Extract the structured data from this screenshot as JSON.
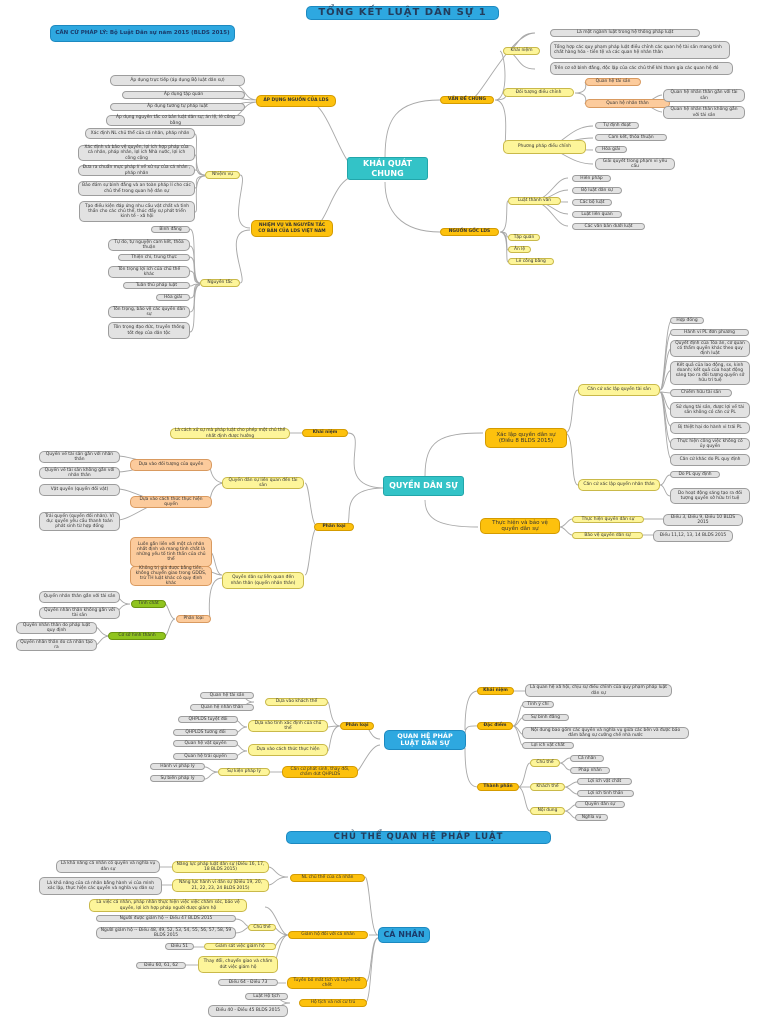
{
  "title": "TỔNG KẾT LUẬT DÂN SỰ 1",
  "legal_basis": "CĂN CỨ PHÁP LÝ: Bộ Luật Dân sự năm 2015 (BLDS 2015)",
  "khai_quat": {
    "center": "KHÁI QUÁT CHUNG",
    "ap_dung": {
      "label": "ÁP DỤNG NGUỒN CỦA LDS",
      "items": [
        "Áp dụng trực tiếp (áp dụng Bộ luật dân sự)",
        "Áp dụng tập quán",
        "Áp dụng tương tự pháp luật",
        "Áp dụng nguyên tắc cơ bản luật dân sự; án lệ, lẽ công bằng"
      ]
    },
    "nhiem_vu_nguyen_tac": {
      "label": "NHIỆM VỤ VÀ NGUYÊN TẮC CƠ BẢN CỦA LDS VIỆT NAM",
      "nhiem_vu": {
        "label": "Nhiệm vụ",
        "items": [
          "Xác định NL chủ thể của cá nhân, pháp nhân",
          "Xác định và bảo vệ quyền, lợi ích hợp pháp của cá nhân, pháp nhân, lợi ích Nhà nước, lợi ích công cộng",
          "Đưa ra chuẩn mực pháp lí về xử sự của cá nhân , pháp nhân",
          "Bảo đảm sự bình đẳng và an toàn pháp lí cho các chủ thể trong quan hệ dân sự",
          "Tạo điều kiện đáp ứng nhu cầu vật chất và tinh thần cho các chủ thể, thúc đẩy sự phát triển kinh tế - xã hội"
        ]
      },
      "nguyen_tac": {
        "label": "Nguyên tắc",
        "items": [
          "Bình đẳng",
          "Tự do, tự nguyện cam kết, thỏa thuận",
          "Thiện chí, trung thực",
          "Tôn trọng lợi ích của chủ thể khác",
          "Tuân thủ pháp luật",
          "Hòa giải",
          "Tôn trọng, bảo vệ các quyền dân sự",
          "Tôn trọng đạo đức, truyền thống tốt đẹp của dân tộc"
        ]
      }
    },
    "van_de_chung": {
      "label": "VẤN ĐỀ CHUNG",
      "khai_niem": {
        "label": "Khái niệm",
        "items": [
          "Là một ngành luật trong hệ thống pháp luật",
          "Tổng hợp các quy phạm pháp luật điều chỉnh các quan hệ tài sản mang tính chất hàng hóa - tiền tệ và các quan hệ nhân thân",
          "Trên cơ sở bình đẳng, độc lập của các chủ thể khi tham gia các quan hệ đó"
        ]
      },
      "doi_tuong": {
        "label": "Đối tượng điều chỉnh",
        "tai_san": "Quan hệ tài sản",
        "nhan_than": "Quan hệ nhân thân",
        "nhan_than_items": [
          "Quan hệ nhân thân gắn với tài sản",
          "Quan hệ nhân thân không gắn với tài sản"
        ]
      },
      "phuong_phap": {
        "label": "Phương pháp điều chỉnh",
        "items": [
          "Tự định đoạt",
          "Cam kết, thỏa thuận",
          "Hòa giải",
          "Giải quyết trong phạm vi yêu cầu"
        ]
      }
    },
    "nguon_goc": {
      "label": "NGUỒN GỐC LDS",
      "luat_thanh_van": {
        "label": "Luật thành văn",
        "items": [
          "Hiến pháp",
          "Bộ luật dân sự",
          "Các bộ luật",
          "Luật liên quan",
          "Các văn bản dưới luật"
        ]
      },
      "others": [
        "Tập quán",
        "Án lệ",
        "Lẽ công bằng"
      ]
    }
  },
  "quyen_dan_su": {
    "center": "QUYỀN DÂN SỰ",
    "khai_niem": {
      "label": "Khái niệm",
      "text": "Là cách xử sự mà pháp luật cho phép một chủ thể nhất định được hưởng"
    },
    "phan_loai": {
      "label": "Phân loại",
      "tai_san": {
        "label": "Quyền dân sự liên quan đến tài sản",
        "doi_tuong": {
          "label": "Dựa vào đối tượng của quyền",
          "items": [
            "Quyền về tài sản gắn với nhân thân",
            "Quyền về tài sản không gắn với nhân thân"
          ]
        },
        "cach_thuc": {
          "label": "Dựa vào cách thức thực hiện quyền",
          "items": [
            "Vật quyền (quyền đối vật)",
            "Trái quyền (quyền đối nhân). Ví dụ: quyền yêu cầu thanh toán phát sinh từ hợp đồng"
          ]
        }
      },
      "nhan_than": {
        "label": "Quyền dân sự liên quan đến nhân thân (quyền nhân thân)",
        "notes": [
          "Luôn gắn liền với một cá nhân nhất định và mang tính chất là những yếu tố tinh thần của chủ thể",
          "Không trị giá được bằng tiền, không chuyển giao trong GDDS, trừ TH luật khác có quy định khác"
        ],
        "phan_loai": {
          "label": "Phân loại",
          "tinh_chat": {
            "label": "Tính chất",
            "items": [
              "Quyền nhân thân gắn với tài sản",
              "Quyền nhân thân không gắn với tài sản"
            ]
          },
          "co_so": {
            "label": "Cơ sở hình thành",
            "items": [
              "Quyền nhân thân do pháp luật quy định",
              "Quyền nhân thân do cá nhân tạo ra"
            ]
          }
        }
      }
    },
    "xac_lap": {
      "label": "Xác lập quyền dân sự (Điều 8 BLDS 2015)",
      "tai_san": {
        "label": "Căn cứ xác lập quyền tài sản",
        "items": [
          "Hợp đồng",
          "Hành vi PL đơn phương",
          "Quyết định của Tòa án, cơ quan có thẩm quyền khác theo quy định luật",
          "Kết quả của lao động, sx, kinh doanh; kết quả của hoạt động sáng tạo ra đối tượng quyền sở hữu trí tuệ",
          "Chiếm hữu tài sản",
          "Sử dụng tài sản, được lợi về tài sản không có căn cứ PL",
          "Bị thiệt hại do hành vi trái PL",
          "Thực hiện công việc không có ủy quyền",
          "Căn cứ khác do PL quy định"
        ]
      },
      "nhan_than": {
        "label": "Căn cứ xác lập quyền nhân thân",
        "items": [
          "Do PL quy định",
          "Do hoạt động sáng tạo ra đối tượng quyền sở hữu trí tuệ"
        ]
      }
    },
    "thuc_hien": {
      "label": "Thực hiện và bảo vệ quyền dân sự",
      "thuc_hien": {
        "label": "Thực hiện quyền dân sự",
        "ref": "Điều 3, Điều 9, Điều 10 BLDS 2015"
      },
      "bao_ve": {
        "label": "Bảo vệ quyền dân sự",
        "ref": "Điều 11,12, 13, 14 BLDS 2015"
      }
    }
  },
  "quan_he": {
    "center": "QUAN HỆ PHÁP LUẬT DÂN SỰ",
    "phan_loai": {
      "label": "Phân loại",
      "khach_the": {
        "label": "Dựa vào khách thể",
        "items": [
          "Quan hệ tài sản",
          "Quan hệ nhân thân"
        ]
      },
      "chu_the": {
        "label": "Dựa vào tính xác định của chủ thể",
        "items": [
          "QHPLDS tuyệt đối",
          "QHPLDS tương đối"
        ]
      },
      "cach_thuc": {
        "label": "Dựa vào cách thức thực hiện",
        "items": [
          "Quan hệ vật quyền",
          "Quan hệ trái quyền"
        ]
      }
    },
    "can_cu": {
      "label": "Căn cứ phát sinh, thay đổi, chấm dứt QHPLDS",
      "su_kien": "Sự kiện pháp lý",
      "items": [
        "Hành vi pháp lý",
        "Sự biến pháp lý"
      ]
    },
    "khai_niem": {
      "label": "Khái niệm",
      "text": "Là quan hệ xã hội, chịu sự điều chỉnh của quy phạm pháp luật dân sự"
    },
    "dac_diem": {
      "label": "Đặc điểm",
      "items": [
        "Tính ý chí",
        "Sự bình đẳng",
        "Nội dung bao gồm các quyền và nghĩa vụ giữa các bên và được bảo đảm bằng sự cưỡng chế nhà nước",
        "Lợi ích vật chất"
      ]
    },
    "thanh_phan": {
      "label": "Thành phần",
      "chu_the": {
        "label": "Chủ thể",
        "items": [
          "Cá nhân",
          "Pháp nhân"
        ]
      },
      "khach_the": {
        "label": "Khách thể",
        "items": [
          "Lợi ích vật chất",
          "Lợi ích tinh thần"
        ]
      },
      "noi_dung": {
        "label": "Nội dung",
        "items": [
          "Quyền dân sự",
          "Nghĩa vụ"
        ]
      }
    }
  },
  "chu_the": {
    "title": "CHỦ THỂ QUAN HỆ PHÁP LUẬT",
    "center": "CÁ NHÂN",
    "nl": {
      "label": "NL chủ thể của cá nhân",
      "plds": {
        "label": "Năng lực pháp luật dân sự (Điều 16, 17, 18 BLDS 2015)",
        "desc": "Là khả năng cá nhân có quyền và nghĩa vụ dân sự"
      },
      "hvds": {
        "label": "Năng lực hành vi dân sự (Điều 19, 20, 21, 22, 23, 24 BLDS 2015)",
        "desc": "Là khả năng của cá nhân bằng hành vi của mình xác lập, thực hiện các quyền và nghĩa vụ dân sự"
      }
    },
    "giam_ho": {
      "label": "Giám hộ đối với cá nhân",
      "def": "Là việc cá nhân, pháp nhân thực hiện việc việc chăm sóc, bảo vệ quyền, lợi ích hợp pháp người được giám hộ",
      "chu_the": {
        "label": "Chủ thể",
        "items": [
          "Người được giám hộ -- Điều 47 BLDS 2015",
          "Người giám hộ -- Điều 48, 49, 52, 53, 54, 55, 56, 57, 58, 59 BLDS 2015"
        ]
      },
      "giam_sat": {
        "label": "Giám sát việc giám hộ",
        "ref": "Điều 51"
      },
      "thay_doi": {
        "label": "Thay đổi, chuyển giao và chấm dứt việc giám hộ",
        "ref": "Điều 60, 61, 62"
      }
    },
    "tuyen_bo": {
      "label": "Tuyên bố mất tích và tuyên bố chết",
      "ref": "Điều 64 - Điều 73"
    },
    "ho_tich": {
      "label": "Hộ tịch và nơi cư trú",
      "items": [
        "Luật Hộ tịch",
        "Điều 40 - Điều 45 BLDS 2015"
      ]
    }
  }
}
